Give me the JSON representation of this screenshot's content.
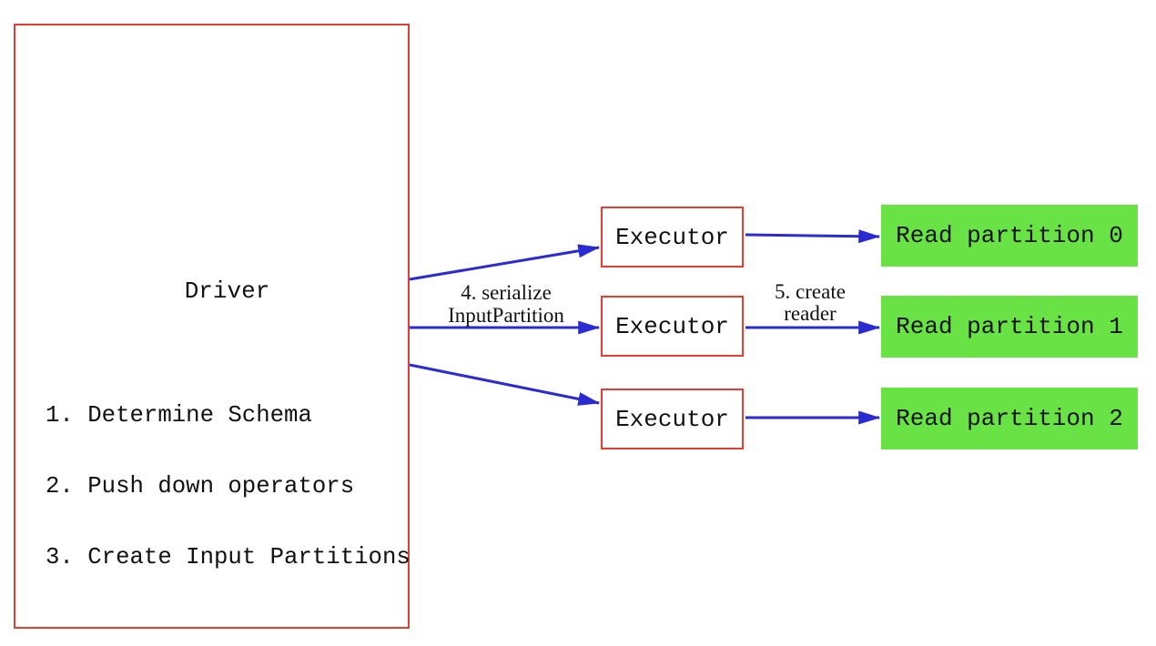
{
  "colors": {
    "box_border_red": "#e23e32",
    "arrow_blue": "#2b2bd2",
    "partition_green": "#68e244",
    "text_black": "#111111",
    "background_white": "#ffffff"
  },
  "driver": {
    "title": "Driver",
    "steps": [
      "1. Determine Schema",
      "2. Push down operators",
      "3. Create Input Partitions"
    ]
  },
  "executors": [
    {
      "label": "Executor"
    },
    {
      "label": "Executor"
    },
    {
      "label": "Executor"
    }
  ],
  "partitions": [
    {
      "label": "Read partition 0"
    },
    {
      "label": "Read partition 1"
    },
    {
      "label": "Read partition 2"
    }
  ],
  "edge_labels": {
    "serialize": {
      "line1": "4. serialize",
      "line2": "InputPartition"
    },
    "create_reader": {
      "line1": "5. create",
      "line2": "reader"
    }
  }
}
